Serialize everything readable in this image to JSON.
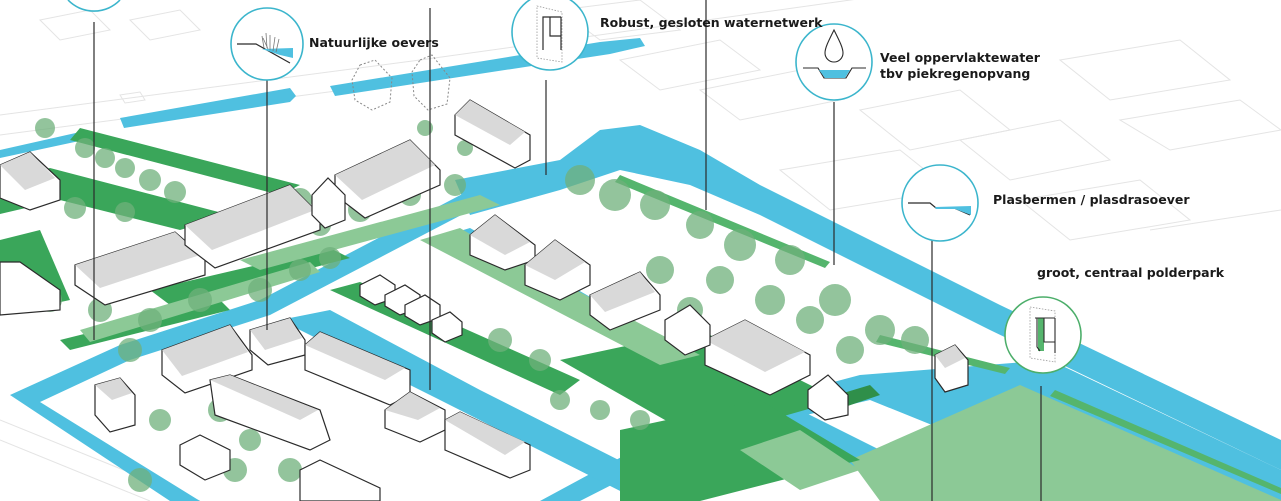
{
  "diagram": {
    "colors": {
      "water": "#4fc0e0",
      "green_dark": "#3aa65a",
      "green_mid": "#55b56d",
      "green_light": "#8cc996",
      "green_pale": "#b7dcb8",
      "tree": "#6fb07b",
      "house_roof": "#d9d9d9",
      "outline": "#2b2b2b",
      "callout_blue": "#3bb5cc",
      "callout_green": "#4cae6a",
      "base_lines": "#e6e6e6"
    },
    "callouts": [
      {
        "id": "natural-banks",
        "label": "Natuurlijke oevers",
        "icon": "natural-bank-icon"
      },
      {
        "id": "robust-water-network",
        "label": "Robust, gesloten waternetwerk",
        "icon": "water-network-icon"
      },
      {
        "id": "surface-water",
        "label_line1": "Veel oppervlaktewater",
        "label_line2": "tbv piekregenopvang",
        "icon": "water-drop-basin-icon"
      },
      {
        "id": "plasbermen",
        "label": "Plasbermen / plasdrasoever",
        "icon": "wet-bank-profile-icon"
      },
      {
        "id": "polder-park",
        "label": "groot, centraal polderpark",
        "icon": "polder-park-icon"
      }
    ]
  }
}
